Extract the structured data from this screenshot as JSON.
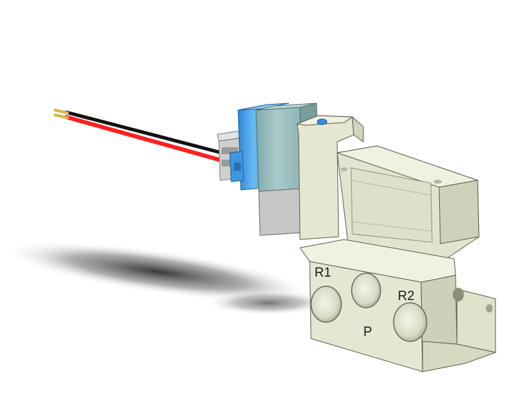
{
  "labels": {
    "port_r1": "R1",
    "port_p": "P",
    "port_r2": "R2"
  },
  "colors": {
    "body": "#e9ead6",
    "body_shade": "#c9cab3",
    "coil": "#9cc0c0",
    "connector": "#4aa3e6",
    "adapter": "#c6c6c6",
    "wire_red": "#ff1f1f",
    "wire_black": "#111111",
    "wire_tip": "#d8b64a",
    "indicator": "#2f8fe8"
  }
}
